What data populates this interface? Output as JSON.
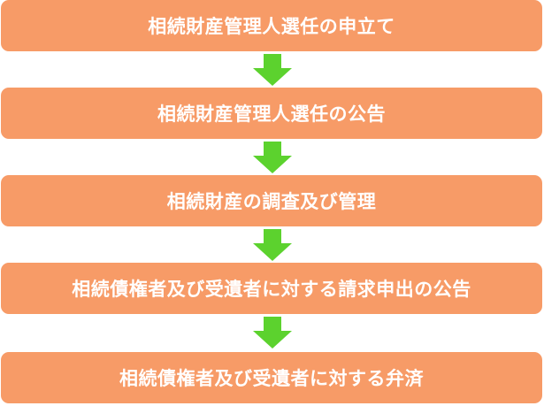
{
  "flow": {
    "colors": {
      "step_fill": "#f79b67",
      "step_text": "#ffffff",
      "arrow_fill": "#5cd22e"
    },
    "steps": [
      {
        "label": "相続財産管理人選任の申立て"
      },
      {
        "label": "相続財産管理人選任の公告"
      },
      {
        "label": "相続財産の調査及び管理"
      },
      {
        "label": "相続債権者及び受遺者に対する請求申出の公告"
      },
      {
        "label": "相続債権者及び受遺者に対する弁済"
      }
    ]
  }
}
